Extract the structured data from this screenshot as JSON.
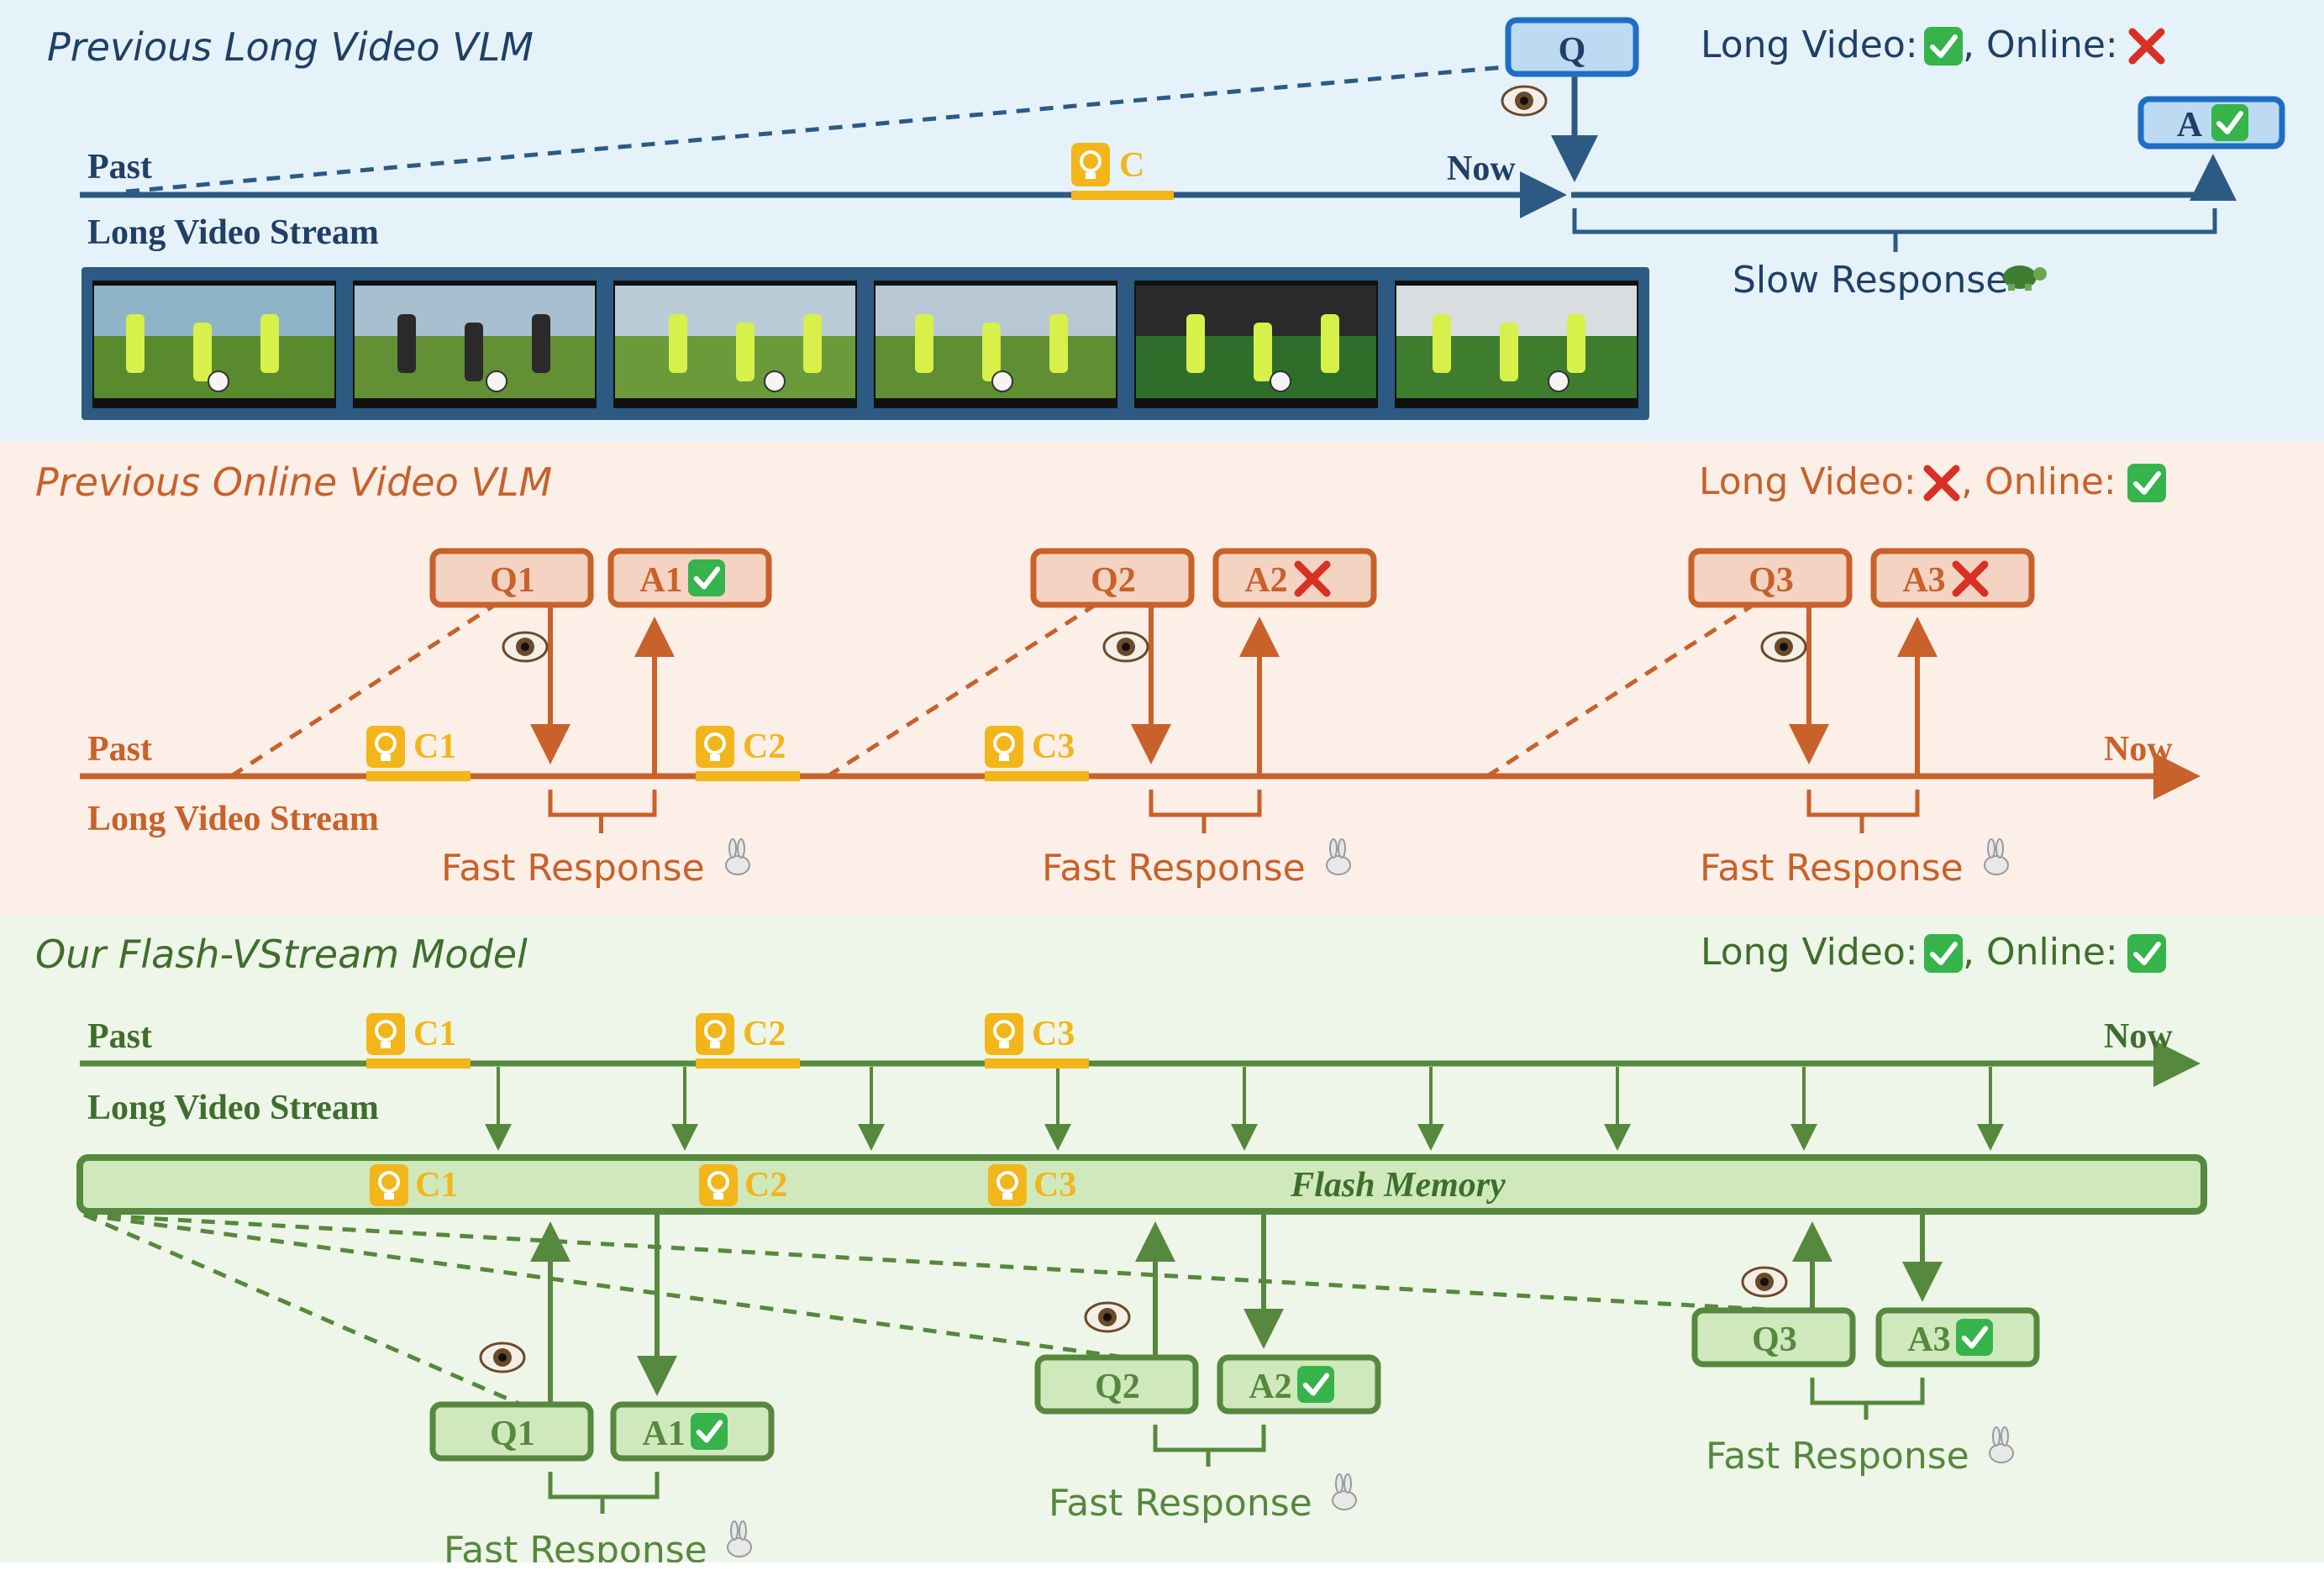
{
  "colors": {
    "blue_bg": "#e6f2fa",
    "blue": "#2c5a83",
    "blue_box_fill": "#bcdaf2",
    "blue_box_stroke": "#1f6ec4",
    "orange_bg": "#fcefe8",
    "orange": "#c8612a",
    "orange_box_fill": "#f5d3c2",
    "green_bg": "#eef6e9",
    "green": "#56883d",
    "green_dark": "#3f6e2c",
    "green_box_fill": "#cfe9bd",
    "clue": "#f2b61a",
    "check": "#36b34a",
    "cross": "#d93025"
  },
  "panel1": {
    "title": "Previous Long Video VLM",
    "status": {
      "long_video_label": "Long Video:",
      "online_label": ", Online:",
      "long_video_ok": true,
      "online_ok": false
    },
    "past": "Past",
    "now": "Now",
    "stream_label": "Long Video Stream",
    "query": "Q",
    "answer": "A",
    "clue": "C",
    "response": "Slow Response",
    "response_icon": "turtle-icon",
    "frames": [
      "frame-player-15-juggling",
      "frame-team-walking",
      "frame-players-running",
      "frame-player-57-field",
      "frame-ball-closeup",
      "frame-goalkeeper-dive"
    ]
  },
  "panel2": {
    "title": "Previous Online Video VLM",
    "status": {
      "long_video_label": "Long Video:",
      "online_label": ", Online:",
      "long_video_ok": false,
      "online_ok": true
    },
    "past": "Past",
    "now": "Now",
    "stream_label": "Long Video Stream",
    "clues": [
      "C1",
      "C2",
      "C3"
    ],
    "groups": [
      {
        "q": "Q1",
        "a": "A1",
        "correct": true,
        "response": "Fast Response"
      },
      {
        "q": "Q2",
        "a": "A2",
        "correct": false,
        "response": "Fast Response"
      },
      {
        "q": "Q3",
        "a": "A3",
        "correct": false,
        "response": "Fast Response"
      }
    ],
    "response_icon": "rabbit-icon"
  },
  "panel3": {
    "title": "Our Flash-VStream Model",
    "status": {
      "long_video_label": "Long Video:",
      "online_label": ", Online:",
      "long_video_ok": true,
      "online_ok": true
    },
    "past": "Past",
    "now": "Now",
    "stream_label": "Long Video Stream",
    "clues": [
      "C1",
      "C2",
      "C3"
    ],
    "memory_label": "Flash Memory",
    "groups": [
      {
        "q": "Q1",
        "a": "A1",
        "correct": true,
        "response": "Fast Response"
      },
      {
        "q": "Q2",
        "a": "A2",
        "correct": true,
        "response": "Fast Response"
      },
      {
        "q": "Q3",
        "a": "A3",
        "correct": true,
        "response": "Fast Response"
      }
    ],
    "response_icon": "rabbit-icon"
  }
}
